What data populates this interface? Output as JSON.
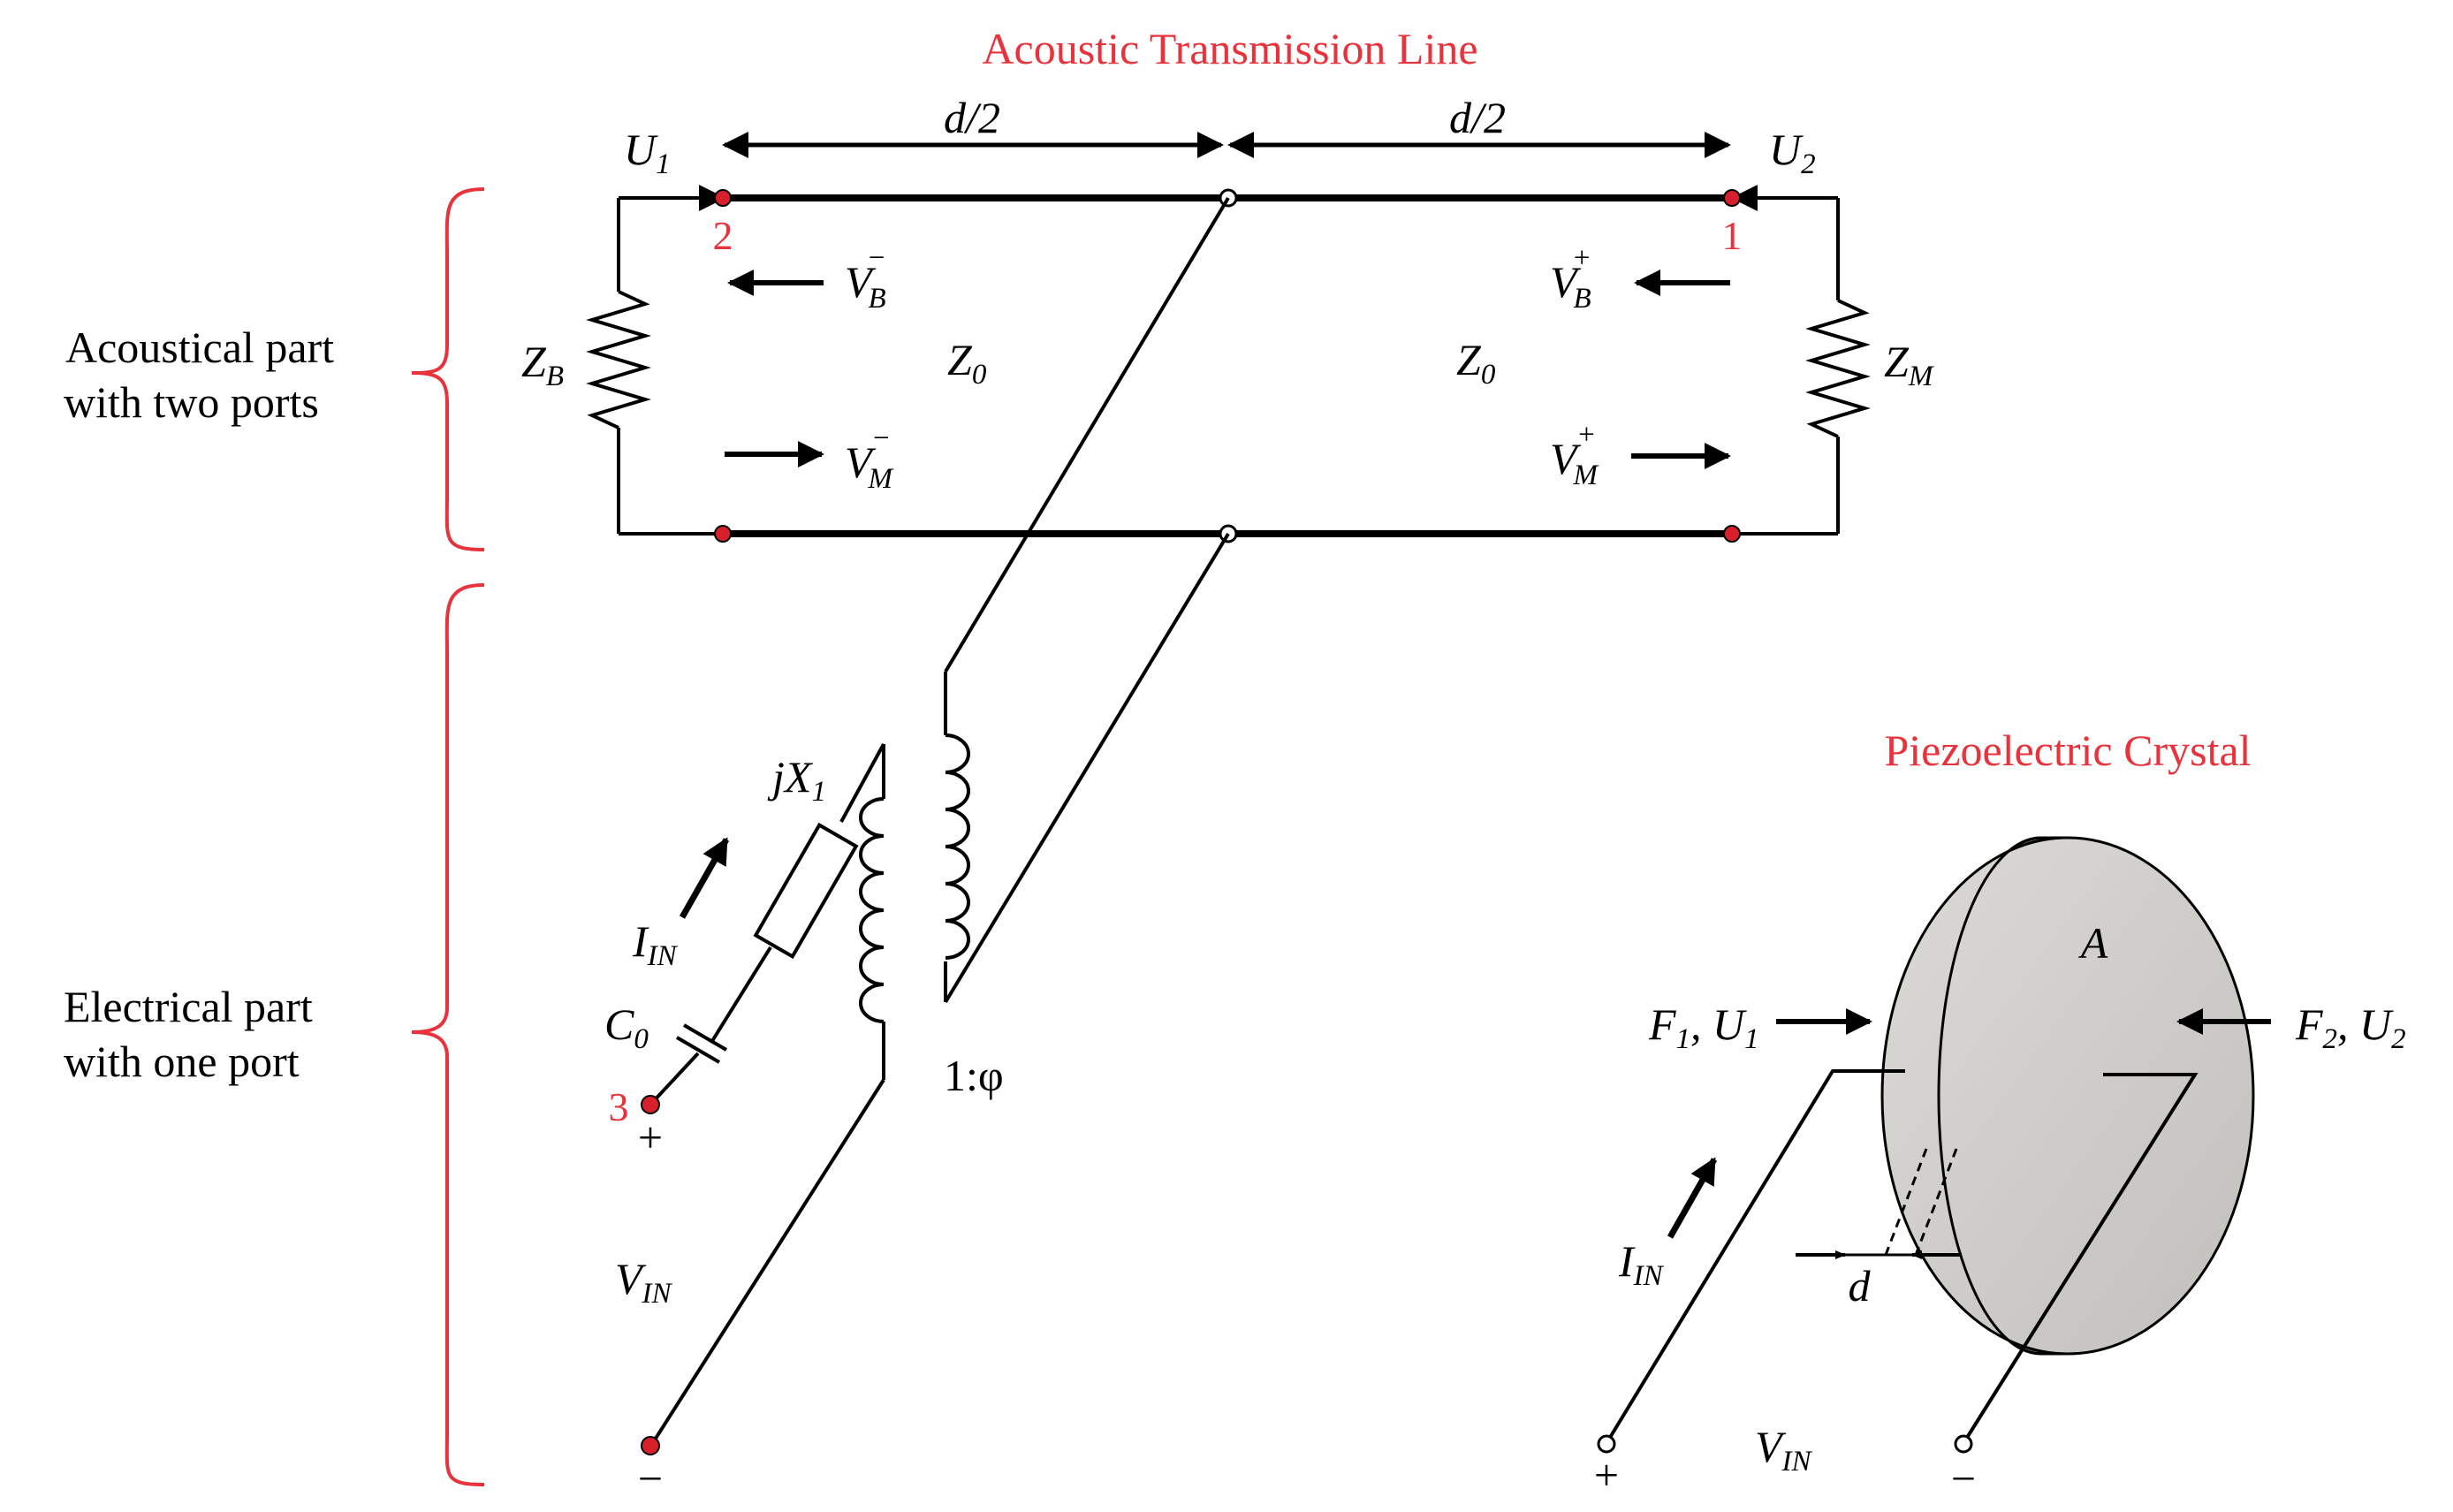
{
  "titles": {
    "transmission_line": "Acoustic Transmission Line",
    "crystal": "Piezoelectric Crystal"
  },
  "part_labels": {
    "acoustical_line1": "Acoustical part",
    "acoustical_line2": "with two ports",
    "electrical_line1": "Electrical part",
    "electrical_line2": "with one port"
  },
  "dimensions": {
    "half_left": "d/2",
    "half_right": "d/2",
    "thickness": "d",
    "area": "A"
  },
  "ports": {
    "port1": "1",
    "port2": "2",
    "port3": "3"
  },
  "velocities": {
    "u1_main": "U",
    "u1_sub": "1",
    "u2_main": "U",
    "u2_sub": "2"
  },
  "impedances": {
    "zb_main": "Z",
    "zb_sub": "B",
    "zm_main": "Z",
    "zm_sub": "M",
    "z0_main": "Z",
    "z0_sub": "0"
  },
  "waves": {
    "v_main": "V",
    "sub_b": "B",
    "sub_m": "M",
    "sup_minus": "−",
    "sup_plus": "+"
  },
  "electrical": {
    "jx_main": "jX",
    "jx_sub": "1",
    "iin_main": "I",
    "iin_sub": "IN",
    "c0_main": "C",
    "c0_sub": "0",
    "ratio": "1:φ",
    "vin_main": "V",
    "vin_sub": "IN",
    "plus": "+",
    "minus": "−"
  },
  "crystal_forces": {
    "f1_main": "F",
    "f1_sub": "1",
    "f1_u_main": ", U",
    "f1_u_sub": "1",
    "f2_main": "F",
    "f2_sub": "2",
    "f2_u_main": ", U",
    "f2_u_sub": "2"
  },
  "colors": {
    "title_red": "#e8323c",
    "node_red": "#d8202c",
    "line": "#000000",
    "disk_face": "#d4d2ce",
    "disk_rim": "#8a8884"
  }
}
